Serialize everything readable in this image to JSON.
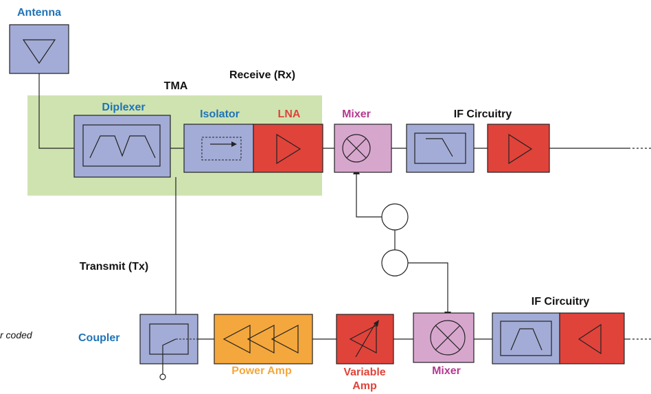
{
  "labels": {
    "antenna": "Antenna",
    "tma": "TMA",
    "receive": "Receive (Rx)",
    "diplexer": "Diplexer",
    "isolator": "Isolator",
    "lna": "LNA",
    "mixer_rx": "Mixer",
    "if_rx": "IF Circuitry",
    "transmit": "Transmit (Tx)",
    "coupler": "Coupler",
    "power_amp": "Power Amp",
    "variable_amp_1": "Variable",
    "variable_amp_2": "Amp",
    "mixer_tx": "Mixer",
    "if_tx": "IF Circuitry",
    "note": "r coded"
  },
  "colors": {
    "blue_block": "#a3acd6",
    "red_block": "#e0433a",
    "pink_block": "#d7a6cd",
    "orange_block": "#f4a73c",
    "tma_zone": "#cfe3b0",
    "label_blue": "#1f73b7",
    "label_red": "#e0433a",
    "label_pink": "#b4398f",
    "label_orange": "#f4a73c",
    "label_black": "#111111"
  }
}
